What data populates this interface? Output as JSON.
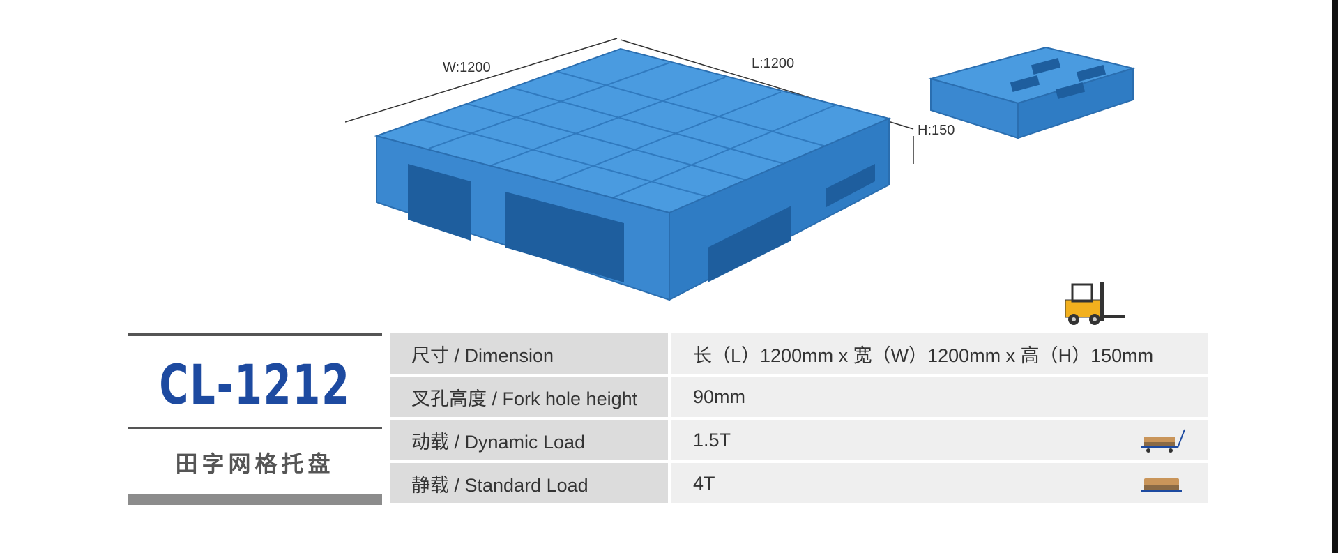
{
  "dimensions": {
    "width_label": "W:1200",
    "length_label": "L:1200",
    "height_label": "H:150"
  },
  "product": {
    "model": "CL-1212",
    "name": "田字网格托盘"
  },
  "specs": [
    {
      "label": "尺寸 / Dimension",
      "value": "长（L）1200mm x 宽（W）1200mm x 高（H）150mm"
    },
    {
      "label": "叉孔高度 / Fork hole height",
      "value": "90mm"
    },
    {
      "label": "动载 / Dynamic Load",
      "value": "1.5T",
      "icon": "dynamic-load-icon"
    },
    {
      "label": "静载 / Standard Load",
      "value": "4T",
      "icon": "static-load-icon"
    }
  ],
  "colors": {
    "pallet_blue": "#3a8fd6",
    "model_blue": "#1d4aa0"
  },
  "icons": [
    "forklift-icon",
    "dynamic-load-icon",
    "static-load-icon"
  ]
}
